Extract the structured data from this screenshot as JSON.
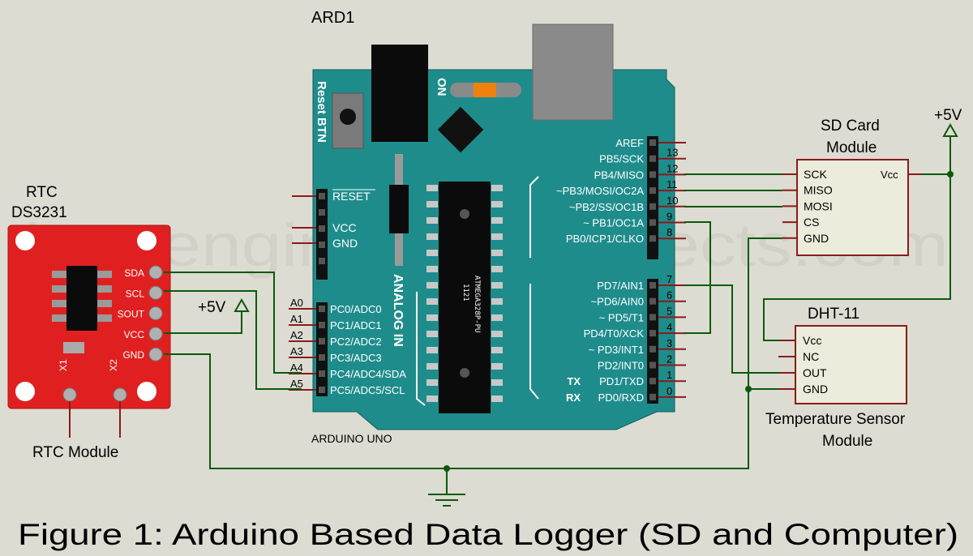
{
  "caption": "Figure 1: Arduino Based Data Logger (SD and Computer)",
  "watermark": "bestengineeringprojects.com",
  "arduino": {
    "ref": "ARD1",
    "board_name": "ARDUINO UNO",
    "reset_label": "Reset BTN",
    "on_label": "ON",
    "analog_label": "ANALOG IN",
    "chip_label_1": "ATMEGA328P-PU",
    "chip_label_2": "1121",
    "power_pins": [
      "RESET",
      "VCC",
      "GND"
    ],
    "analog_pins": [
      {
        "a": "A0",
        "name": "PC0/ADC0"
      },
      {
        "a": "A1",
        "name": "PC1/ADC1"
      },
      {
        "a": "A2",
        "name": "PC2/ADC2"
      },
      {
        "a": "A3",
        "name": "PC3/ADC3"
      },
      {
        "a": "A4",
        "name": "PC4/ADC4/SDA"
      },
      {
        "a": "A5",
        "name": "PC5/ADC5/SCL"
      }
    ],
    "digital_top": [
      {
        "name": "AREF",
        "num": ""
      },
      {
        "name": "PB5/SCK",
        "num": "13"
      },
      {
        "name": "PB4/MISO",
        "num": "12"
      },
      {
        "name": "~PB3/MOSI/OC2A",
        "num": "11"
      },
      {
        "name": "~PB2/SS/OC1B",
        "num": "10"
      },
      {
        "name": "~ PB1/OC1A",
        "num": "9"
      },
      {
        "name": "PB0/ICP1/CLKO",
        "num": "8"
      }
    ],
    "digital_bottom": [
      {
        "name": "PD7/AIN1",
        "num": "7",
        "prefix": ""
      },
      {
        "name": "~PD6/AIN0",
        "num": "6",
        "prefix": ""
      },
      {
        "name": "~ PD5/T1",
        "num": "5",
        "prefix": ""
      },
      {
        "name": "PD4/T0/XCK",
        "num": "4",
        "prefix": ""
      },
      {
        "name": "~ PD3/INT1",
        "num": "3",
        "prefix": ""
      },
      {
        "name": "PD2/INT0",
        "num": "2",
        "prefix": ""
      },
      {
        "name": "PD1/TXD",
        "num": "1",
        "prefix": "TX"
      },
      {
        "name": "PD0/RXD",
        "num": "0",
        "prefix": "RX"
      }
    ]
  },
  "rtc": {
    "title_1": "RTC",
    "title_2": "DS3231",
    "caption": "RTC Module",
    "pins": [
      "SDA",
      "SCL",
      "SOUT",
      "VCC",
      "GND"
    ],
    "bottom_pins": [
      "X1",
      "X2"
    ]
  },
  "sd": {
    "title_1": "SD Card",
    "title_2": "Module",
    "pins": [
      "SCK",
      "MISO",
      "MOSI",
      "CS",
      "GND"
    ],
    "vcc": "Vcc"
  },
  "dht": {
    "title": "DHT-11",
    "caption_1": "Temperature Sensor",
    "caption_2": "Module",
    "pins": [
      "Vcc",
      "NC",
      "OUT",
      "GND"
    ]
  },
  "power_label": "+5V",
  "colors": {
    "background": "#dcdcd3",
    "board": "#1f8c8c",
    "rtc_board": "#e02020",
    "wire": "#0a5a0a",
    "pin_wire": "#8b1a1a",
    "module_fill": "#ececdc",
    "module_border": "#8b1a1a"
  }
}
